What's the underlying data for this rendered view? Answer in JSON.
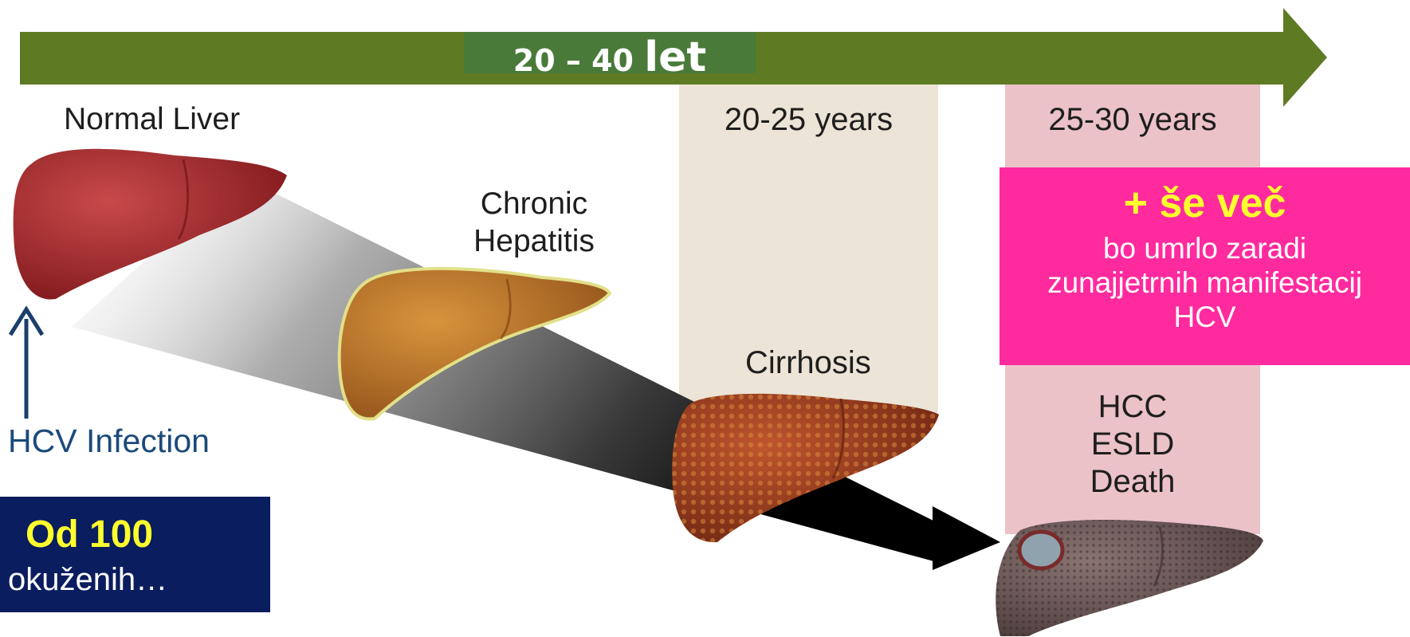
{
  "timeline": {
    "range": "20 – 40",
    "unit": "let",
    "bar_color": "#5e7a23",
    "label_bg": "#4a7a3a"
  },
  "stages": {
    "normal": "Normal Liver",
    "chronic": [
      "Chronic",
      "Hepatitis"
    ],
    "cirrhosis": "Cirrhosis",
    "end": [
      "HCC",
      "ESLD",
      "Death"
    ]
  },
  "periods": [
    "20-25 years",
    "25-30 years"
  ],
  "infection": "HCV Infection",
  "callout_pink": {
    "title": "+ še več",
    "text": [
      "bo umrlo zaradi",
      "zunajjetrnih manifestacij",
      "HCV"
    ],
    "bg": "#ff2a9e",
    "title_color": "#ffff2e"
  },
  "callout_blue": {
    "title": "Od 100",
    "text": "okuženih…",
    "bg": "#0a1d5e",
    "title_color": "#ffff2e"
  },
  "liver_colors": {
    "normal": "#a3242a",
    "chronic": "#b8702a",
    "cirrhosis": "#9a3a22",
    "hcc": "#6a5856"
  }
}
